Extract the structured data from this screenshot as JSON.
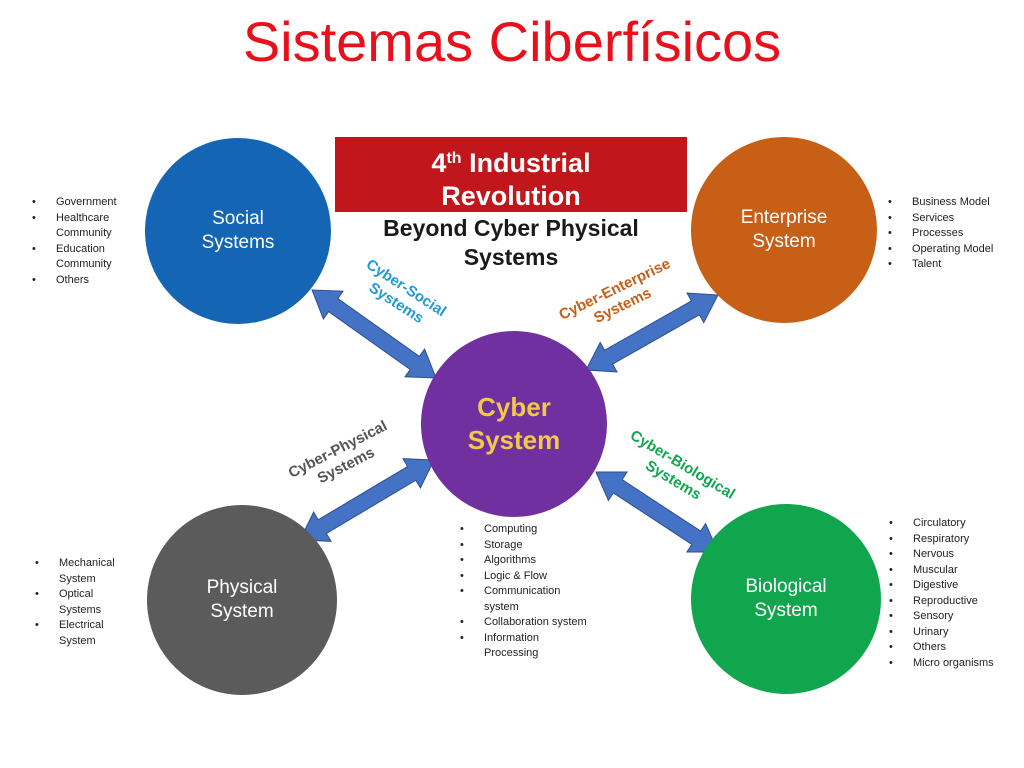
{
  "title": "Sistemas Ciberfísicos",
  "banner": {
    "line1_main": "4",
    "line1_sup": "th",
    "line1_rest": " Industrial",
    "line2": "Revolution"
  },
  "subtitle": {
    "line1": "Beyond Cyber Physical",
    "line2": "Systems"
  },
  "nodes": {
    "social": {
      "line1": "Social",
      "line2": "Systems",
      "color": "#1466b4"
    },
    "enterprise": {
      "line1": "Enterprise",
      "line2": "System",
      "color": "#c85f17"
    },
    "cyber": {
      "line1": "Cyber",
      "line2": "System",
      "color": "#7030a0",
      "text_color": "#f2c84b"
    },
    "physical": {
      "line1": "Physical",
      "line2": "System",
      "color": "#5b5b5b"
    },
    "biological": {
      "line1": "Biological",
      "line2": "System",
      "color": "#11a54e"
    }
  },
  "links": {
    "social": {
      "line1": "Cyber-Social",
      "line2": "Systems"
    },
    "enterprise": {
      "line1": "Cyber-Enterprise",
      "line2": "Systems"
    },
    "physical": {
      "line1": "Cyber-Physical",
      "line2": "Systems"
    },
    "biological": {
      "line1": "Cyber-Biological",
      "line2": "Systems"
    }
  },
  "lists": {
    "social": [
      "Government",
      "Healthcare",
      "Community",
      "Education",
      "Community",
      "Others"
    ],
    "enterprise": [
      "Business Model",
      "Services",
      "Processes",
      "Operating Model",
      "Talent"
    ],
    "physical": [
      "Mechanical",
      "System",
      "Optical",
      "Systems",
      "Electrical",
      "System"
    ],
    "cyber": [
      "Computing",
      "Storage",
      "Algorithms",
      "Logic & Flow",
      "Communication",
      "system",
      "Collaboration system",
      "Information",
      "Processing"
    ],
    "biological": [
      "Circulatory",
      "Respiratory",
      "Nervous",
      "Muscular",
      "Digestive",
      "Reproductive",
      "Sensory",
      "Urinary",
      "Others",
      "Micro organisms"
    ]
  },
  "list_bullets": {
    "social": [
      true,
      true,
      false,
      true,
      false,
      true
    ],
    "enterprise": [
      true,
      true,
      true,
      true,
      true
    ],
    "physical": [
      true,
      false,
      true,
      false,
      true,
      false
    ],
    "cyber": [
      true,
      true,
      true,
      true,
      true,
      false,
      true,
      true,
      false
    ],
    "biological": [
      true,
      true,
      true,
      true,
      true,
      true,
      true,
      true,
      true,
      true
    ]
  },
  "arrow_color": "#4472c4"
}
